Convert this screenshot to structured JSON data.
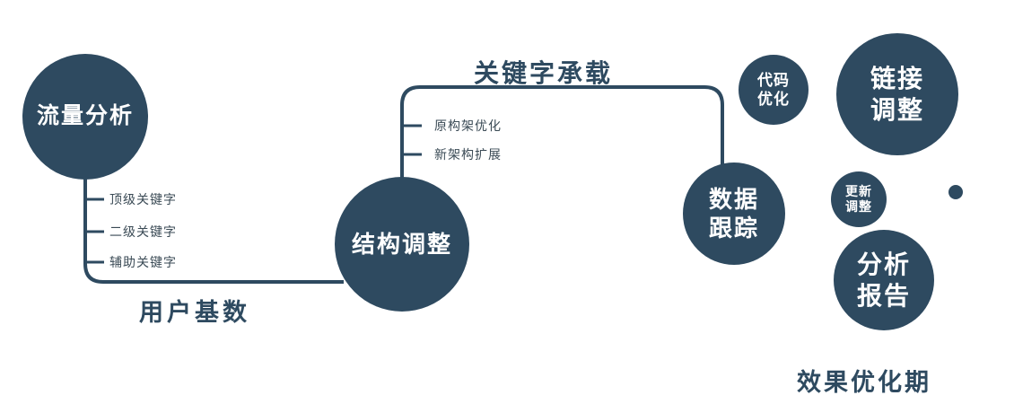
{
  "colors": {
    "primary": "#2e4a60",
    "background": "#ffffff",
    "label_text": "#3a4a55"
  },
  "nodes": {
    "traffic": {
      "label": "流量分析"
    },
    "structure": {
      "label": "结构调整"
    },
    "tracking": {
      "line1": "数据",
      "line2": "跟踪"
    },
    "code": {
      "line1": "代码",
      "line2": "优化"
    },
    "link": {
      "line1": "链接",
      "line2": "调整"
    },
    "update": {
      "line1": "更新",
      "line2": "调整"
    },
    "report": {
      "line1": "分析",
      "line2": "报告"
    }
  },
  "edges": {
    "user_base_label": "用户基数",
    "keyword_label": "关键字承载"
  },
  "branches": {
    "left": [
      "顶级关键字",
      "二级关键字",
      "辅助关键字"
    ],
    "top": [
      "原构架优化",
      "新架构扩展"
    ]
  },
  "footer": "效果优化期"
}
